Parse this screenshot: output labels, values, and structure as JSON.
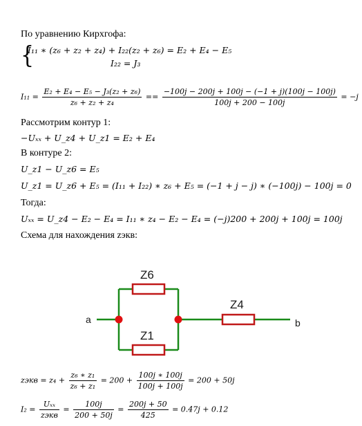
{
  "intro": "По уравнению Кирхгофа:",
  "system": {
    "eq1": "I₁₁ ∗ (z₆ + z₂ + z₄) + I₂₂(z₂ + z₆) = E₂ + E₄ − E₅",
    "eq2": "I₂₂ = J₃"
  },
  "i11": {
    "lhs": "I₁₁ =",
    "num1": "E₂ + E₄ − E₅ − J₃(z₂ + z₆)",
    "den1": "z₆ + z₂ + z₄",
    "mid": "==",
    "num2": "−100j − 200j + 100j − (−1 + j)(100j − 100j)",
    "den2": "100j + 200 − 100j",
    "result": "= −j"
  },
  "contour1_label": "Рассмотрим контур 1:",
  "contour1_eq": "−Uₓₓ + U_z4 + U_z1 = E₂ + E₄",
  "contour2_label": "В контуре 2:",
  "contour2_eq1": "U_z1 − U_z6 = E₅",
  "contour2_eq2": "U_z1 = U_z6 + E₅ = (I₁₁ + I₂₂) ∗ z₆ + E₅ = (−1 + j − j) ∗ (−100j) − 100j = 0",
  "then_label": "Тогда:",
  "uxx_eq": "Uₓₓ = U_z4 − E₂ − E₄ = I₁₁ ∗ z₄ − E₂ − E₄ = (−j)200 + 200j + 100j = 100j",
  "scheme_label": "Схема для нахождения zэкв:",
  "circuit": {
    "z6": "Z6",
    "z1": "Z1",
    "z4": "Z4",
    "a": "a",
    "b": "b",
    "colors": {
      "wire": "#1a8a1a",
      "resistor": "#c01818",
      "node": "#e01010",
      "text": "#1a1a1a"
    }
  },
  "zeq": {
    "lhs": "zэкв = z₄ +",
    "num1": "z₆ ∗ z₁",
    "den1": "z₆ + z₁",
    "mid": "= 200 +",
    "num2": "100j ∗ 100j",
    "den2": "100j + 100j",
    "result": "= 200 + 50j"
  },
  "i2": {
    "lhs": "I₂ =",
    "num1": "Uₓₓ",
    "den1": "zэкв",
    "eq1": "=",
    "num2": "100j",
    "den2": "200 + 50j",
    "eq2": "=",
    "num3": "200j + 50",
    "den3": "425",
    "result": "= 0.47j + 0.12"
  }
}
